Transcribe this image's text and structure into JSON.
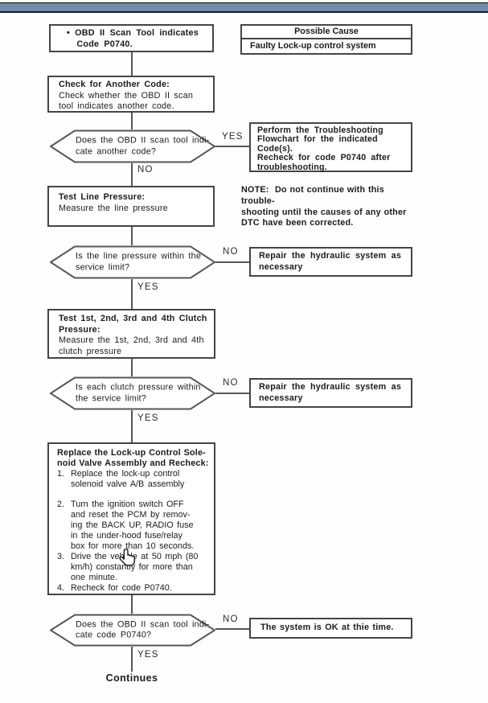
{
  "page": {
    "top_bar_color": "#6e8cad"
  },
  "possible_cause": {
    "header": "Possible Cause",
    "cause": "Faulty Lock-up control system"
  },
  "flow": {
    "start_box": "• OBD II Scan Tool indicates\n  Code P0740.",
    "check_box": {
      "title": "Check for Another Code:",
      "body": "Check whether the OBD II scan\ntool indicates another code."
    },
    "decision_another_code": "Does the OBD II scan tool indi-\ncate another code?",
    "perform_box": "Perform the Troubleshooting\nFlowchart for the indicated\nCode(s).\nRecheck for code P0740 after\ntroubleshooting.",
    "note": "NOTE:  Do not continue with this trouble-\nshooting until the causes of any other\nDTC have been corrected.",
    "test_line_box": {
      "title": "Test Line Pressure:",
      "body": "Measure the line pressure"
    },
    "decision_line_pressure": "Is the line pressure within the\nservice limit?",
    "repair_box_1": "Repair the hydraulic system as\nnecessary",
    "test_clutch_box": {
      "title": "Test 1st, 2nd, 3rd and 4th Clutch\nPressure:",
      "body": "Measure the 1st, 2nd, 3rd and 4th\nclutch pressure"
    },
    "decision_clutch_pressure": "Is each clutch pressure within\nthe service limit?",
    "repair_box_2": "Repair the hydraulic system as\nnecessary",
    "replace_box": {
      "title": "Replace the Lock-up Control Sole-\nnoid Valve Assembly and Recheck:",
      "items": [
        {
          "num": "1.",
          "text": "Replace the lock-up control\nsolenoid valve A/B assembly"
        },
        {
          "num": "2.",
          "text": "Turn the ignition switch OFF\nand reset the PCM by remov-\ning the BACK UP, RADIO fuse\nin the under-hood fuse/relay\nbox for more than 10 seconds."
        },
        {
          "num": "3.",
          "text": "Drive the vehicle at 50 mph (80\nkm/h) constantly for more than\none minute."
        },
        {
          "num": "4.",
          "text": "Recheck for code P0740."
        }
      ]
    },
    "decision_code_p0740": "Does the OBD II scan tool indi-\ncate code P0740?",
    "ok_box": "The system is OK at thie time.",
    "continues_label": "Continues"
  },
  "labels": {
    "yes": "YES",
    "no": "NO"
  },
  "cursor": {
    "type": "hand-pointer"
  }
}
